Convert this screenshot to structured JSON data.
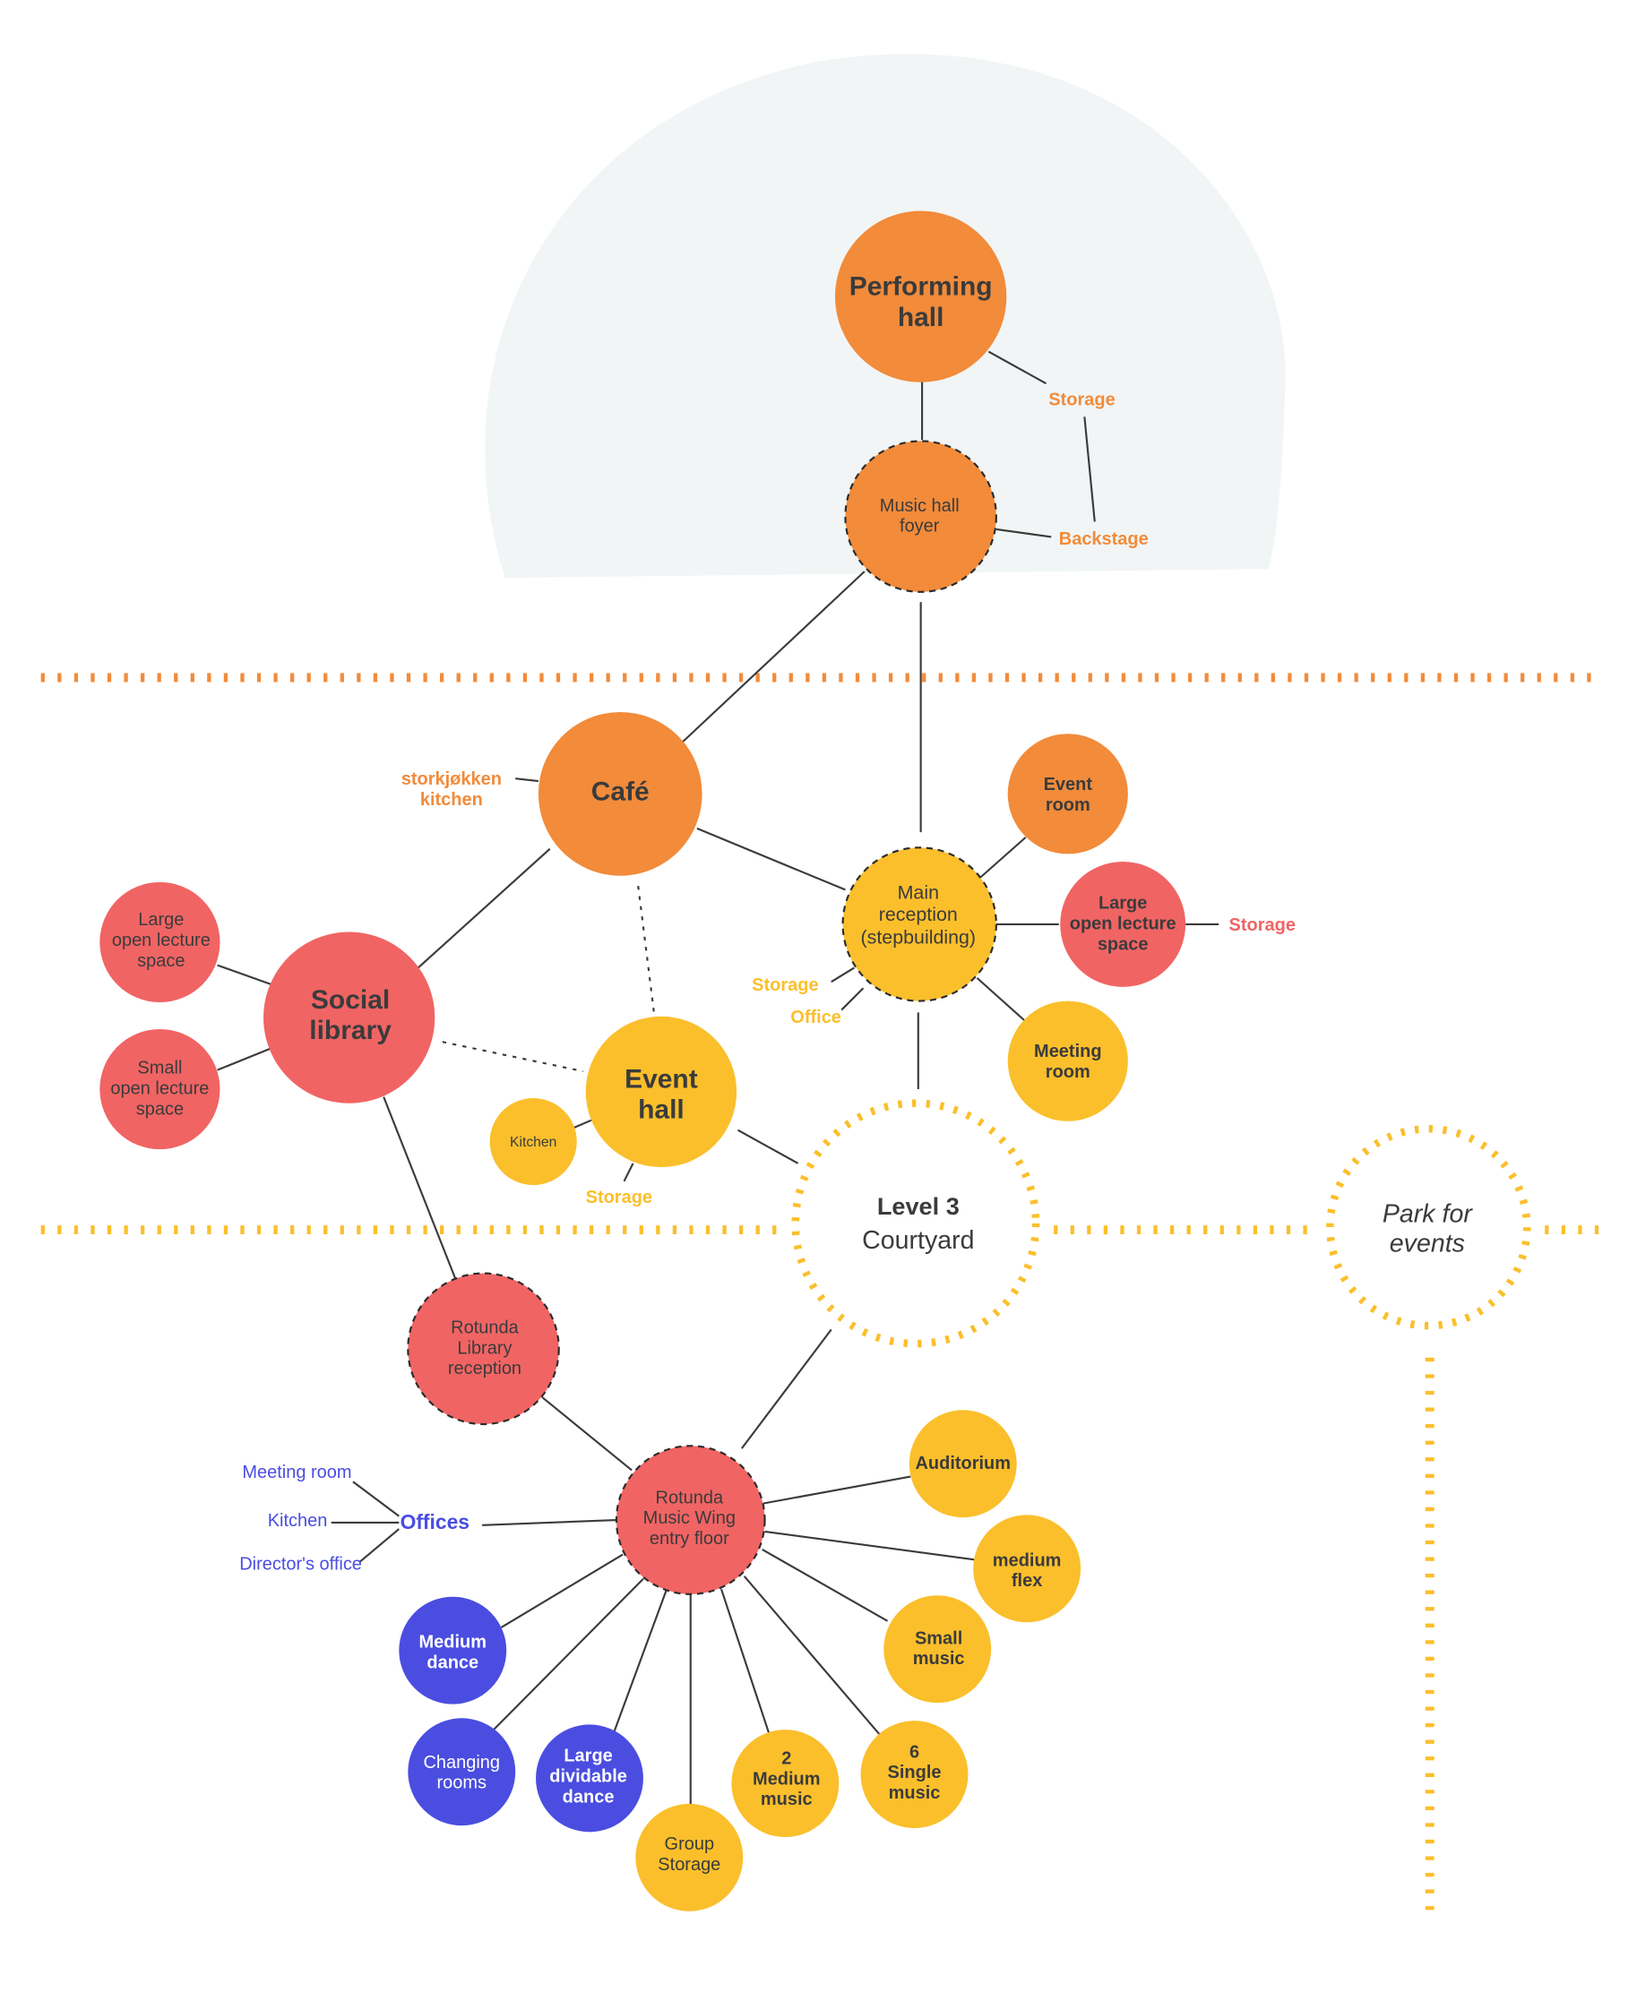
{
  "colors": {
    "orange": "#f28b3a",
    "red": "#f16464",
    "yellow": "#fbbf2c",
    "blue": "#4a4de0",
    "dark_text": "#3b3b3b",
    "blue_text": "#4a4de0",
    "zone_background": "#f1f5f6",
    "line": "#3b3b3b"
  },
  "zones": {
    "top_dashed_divider": "orange",
    "bottom_dashed_divider": "yellow"
  },
  "nodes": {
    "performing_hall": {
      "label": "Performing\nhall",
      "color": "orange"
    },
    "music_hall_foyer": {
      "label": "Music hall\nfoyer",
      "color": "orange"
    },
    "cafe": {
      "label": "Café",
      "color": "orange"
    },
    "event_room": {
      "label": "Event\nroom",
      "color": "orange"
    },
    "main_reception": {
      "label": "Main\nreception\n(stepbuilding)",
      "color": "yellow"
    },
    "large_open_lecture_right": {
      "label": "Large\nopen lecture\nspace",
      "color": "red"
    },
    "meeting_room_yellow": {
      "label": "Meeting\nroom",
      "color": "yellow"
    },
    "social_library": {
      "label": "Social\nlibrary",
      "color": "red"
    },
    "large_open_lecture_left": {
      "label": "Large\nopen lecture\nspace",
      "color": "red"
    },
    "small_open_lecture": {
      "label": "Small\nopen lecture\nspace",
      "color": "red"
    },
    "event_hall": {
      "label": "Event\nhall",
      "color": "yellow"
    },
    "kitchen_event": {
      "label": "Kitchen",
      "color": "yellow"
    },
    "level3_courtyard": {
      "label_bold": "Level 3",
      "label": "Courtyard"
    },
    "park_for_events": {
      "label": "Park for\nevents"
    },
    "rotunda_library_reception": {
      "label": "Rotunda\nLibrary\nreception",
      "color": "red"
    },
    "rotunda_music_wing": {
      "label": "Rotunda\nMusic Wing\nentry floor",
      "color": "red"
    },
    "auditorium": {
      "label": "Auditorium",
      "color": "yellow"
    },
    "medium_flex": {
      "label": "medium\nflex",
      "color": "yellow"
    },
    "small_music": {
      "label": "Small\nmusic",
      "color": "yellow"
    },
    "single_music": {
      "label": "6\nSingle\nmusic",
      "color": "yellow"
    },
    "medium_music": {
      "label": "2\nMedium\nmusic",
      "color": "yellow"
    },
    "group_storage": {
      "label": "Group\nStorage",
      "color": "yellow"
    },
    "large_dividable_dance": {
      "label": "Large\ndividable\ndance",
      "color": "blue"
    },
    "changing_rooms": {
      "label": "Changing\nrooms",
      "color": "blue"
    },
    "medium_dance": {
      "label": "Medium\ndance",
      "color": "blue"
    }
  },
  "free_labels": {
    "storage_top": "Storage",
    "backstage": "Backstage",
    "storkjokken": "storkjøkken\nkitchen",
    "storage_lecture": "Storage",
    "storage_reception": "Storage",
    "office_reception": "Office",
    "storage_event_hall": "Storage",
    "offices": "Offices",
    "meeting_room_office": "Meeting room",
    "kitchen_office": "Kitchen",
    "directors_office": "Director's office"
  }
}
